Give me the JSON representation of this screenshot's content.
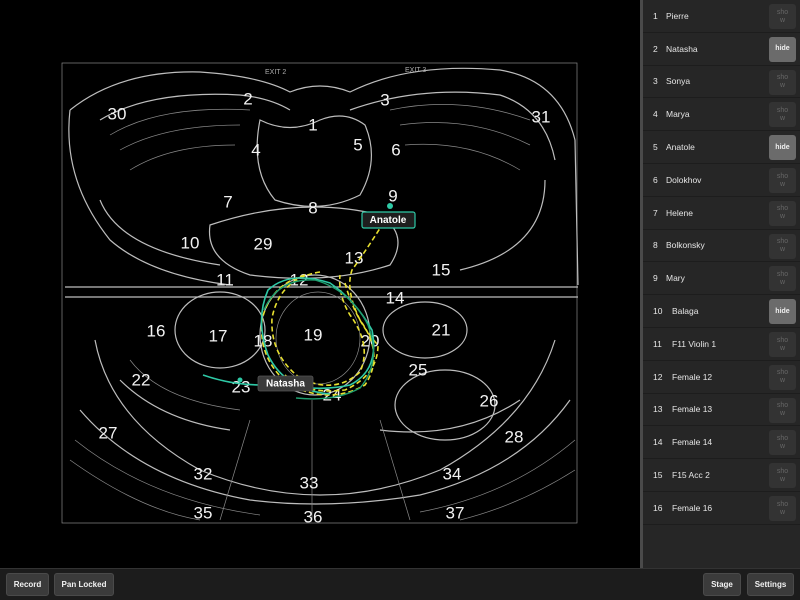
{
  "map": {
    "zones": [
      "1",
      "2",
      "3",
      "4",
      "5",
      "6",
      "7",
      "8",
      "9",
      "10",
      "11",
      "12",
      "13",
      "14",
      "15",
      "16",
      "17",
      "18",
      "19",
      "20",
      "21",
      "22",
      "23",
      "24",
      "25",
      "26",
      "27",
      "28",
      "29",
      "30",
      "31",
      "32",
      "33",
      "34",
      "35",
      "36",
      "37"
    ],
    "exit_labels": [
      "EXIT 2",
      "EXIT 3"
    ],
    "tags": [
      {
        "label": "Anatole",
        "color": "#2ec9a6"
      },
      {
        "label": "Natasha",
        "color": "#3a3a3a"
      }
    ],
    "colors": {
      "path_yellow": "#e8e030",
      "path_green": "#2ec9a6",
      "path_green_dark": "#1f9e6e"
    }
  },
  "tracks": [
    {
      "num": "1",
      "name": "Pierre",
      "button": "show"
    },
    {
      "num": "2",
      "name": "Natasha",
      "button": "hide"
    },
    {
      "num": "3",
      "name": "Sonya",
      "button": "show"
    },
    {
      "num": "4",
      "name": "Marya",
      "button": "show"
    },
    {
      "num": "5",
      "name": "Anatole",
      "button": "hide",
      "active": true
    },
    {
      "num": "6",
      "name": "Dolokhov",
      "button": "show"
    },
    {
      "num": "7",
      "name": "Helene",
      "button": "show"
    },
    {
      "num": "8",
      "name": "Bolkonsky",
      "button": "show"
    },
    {
      "num": "9",
      "name": "Mary",
      "button": "show"
    },
    {
      "num": "10",
      "name": "Balaga",
      "button": "hide"
    },
    {
      "num": "11",
      "name": "F11 Violin 1",
      "button": "show"
    },
    {
      "num": "12",
      "name": "Female 12",
      "button": "show"
    },
    {
      "num": "13",
      "name": "Female 13",
      "button": "show"
    },
    {
      "num": "14",
      "name": "Female 14",
      "button": "show"
    },
    {
      "num": "15",
      "name": "F15 Acc 2",
      "button": "show"
    },
    {
      "num": "16",
      "name": "Female 16",
      "button": "show"
    }
  ],
  "toolbar": {
    "record_label": "Record",
    "pan_label": "Pan Locked",
    "stage_label": "Stage",
    "settings_label": "Settings"
  },
  "colors": {
    "accent": "#2ec9a6",
    "sidebar_bg": "#262626",
    "hide_btn": "#6b6b6b"
  }
}
